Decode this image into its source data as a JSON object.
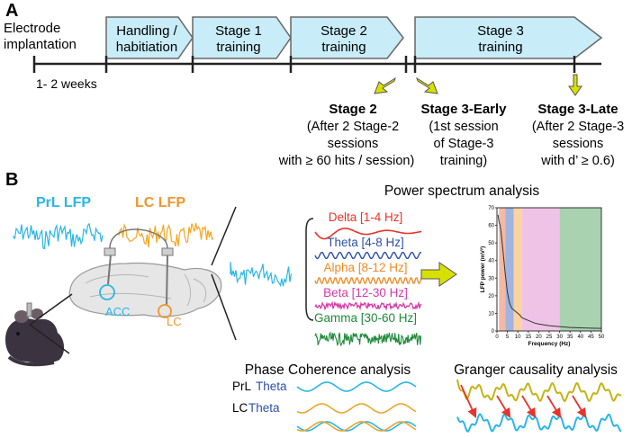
{
  "panel_a": {
    "letter": "A",
    "start_label_1": "Electrode",
    "start_label_2": "implantation",
    "duration_label": "1- 2 weeks",
    "stages": [
      {
        "line1": "Handling /",
        "line2": "habitiation"
      },
      {
        "line1": "Stage 1",
        "line2": "training"
      },
      {
        "line1": "Stage 2",
        "line2": "training"
      },
      {
        "line1": "Stage 3",
        "line2": "training"
      }
    ],
    "timepoints": [
      {
        "title": "Stage 2",
        "lines": [
          "(After 2 Stage-2",
          "sessions",
          "with ≥ 60 hits / session)"
        ]
      },
      {
        "title": "Stage 3-Early",
        "lines": [
          "(1st session",
          "of Stage-3",
          "training)"
        ]
      },
      {
        "title": "Stage 3-Late",
        "lines": [
          "(After 2 Stage-3",
          "sessions",
          "with d’ ≥ 0.6)"
        ]
      }
    ]
  },
  "panel_b": {
    "letter": "B",
    "prl_lfp": "PrL LFP",
    "lc_lfp": "LC LFP",
    "acc_label": "ACC",
    "lc_label": "LC",
    "power_title": "Power spectrum analysis",
    "bands": [
      {
        "label": "Delta [1-4 Hz]",
        "color": "#e8332a"
      },
      {
        "label": "Theta [4-8 Hz]",
        "color": "#2b4fa8"
      },
      {
        "label": "Alpha [8-12 Hz]",
        "color": "#f08a24"
      },
      {
        "label": "Beta [12-30 Hz]",
        "color": "#d63aa8"
      },
      {
        "label": "Gamma [30-60 Hz]",
        "color": "#1e8a3a"
      }
    ],
    "coherence_title": "Phase Coherence analysis",
    "prl_theta_prefix": "PrL",
    "lc_theta_prefix": "LC",
    "theta_word": "Theta",
    "granger_title": "Granger causality analysis"
  },
  "chart_data": {
    "type": "line",
    "ylabel": "LFP power (mV²)",
    "xlabel": "Frequency (Hz)",
    "xlim": [
      0,
      50
    ],
    "ylim": [
      0,
      70
    ],
    "xticks": [
      0,
      5,
      10,
      15,
      20,
      25,
      30,
      35,
      40,
      45,
      50
    ],
    "yticks": [
      0,
      10,
      20,
      30,
      40,
      50,
      60,
      70
    ],
    "band_shading": [
      {
        "from": 1,
        "to": 4,
        "color": "#f4b8a4"
      },
      {
        "from": 4,
        "to": 8,
        "color": "#9fb4e0"
      },
      {
        "from": 8,
        "to": 12,
        "color": "#fbd3a0"
      },
      {
        "from": 12,
        "to": 30,
        "color": "#efc3e6"
      },
      {
        "from": 30,
        "to": 50,
        "color": "#a9d2b0"
      }
    ],
    "series": [
      {
        "x": [
          0.5,
          1,
          1.5,
          2,
          3,
          4,
          5,
          6,
          7,
          8,
          9,
          10,
          11,
          12,
          14,
          16,
          18,
          20,
          25,
          30,
          35,
          40,
          45,
          50
        ],
        "values": [
          66,
          62,
          60,
          56,
          44,
          32,
          22,
          16,
          13,
          12,
          11,
          10,
          9,
          7.5,
          6.5,
          5.5,
          4.5,
          4,
          3,
          2.5,
          2,
          1.8,
          1.6,
          1.5
        ]
      }
    ]
  }
}
